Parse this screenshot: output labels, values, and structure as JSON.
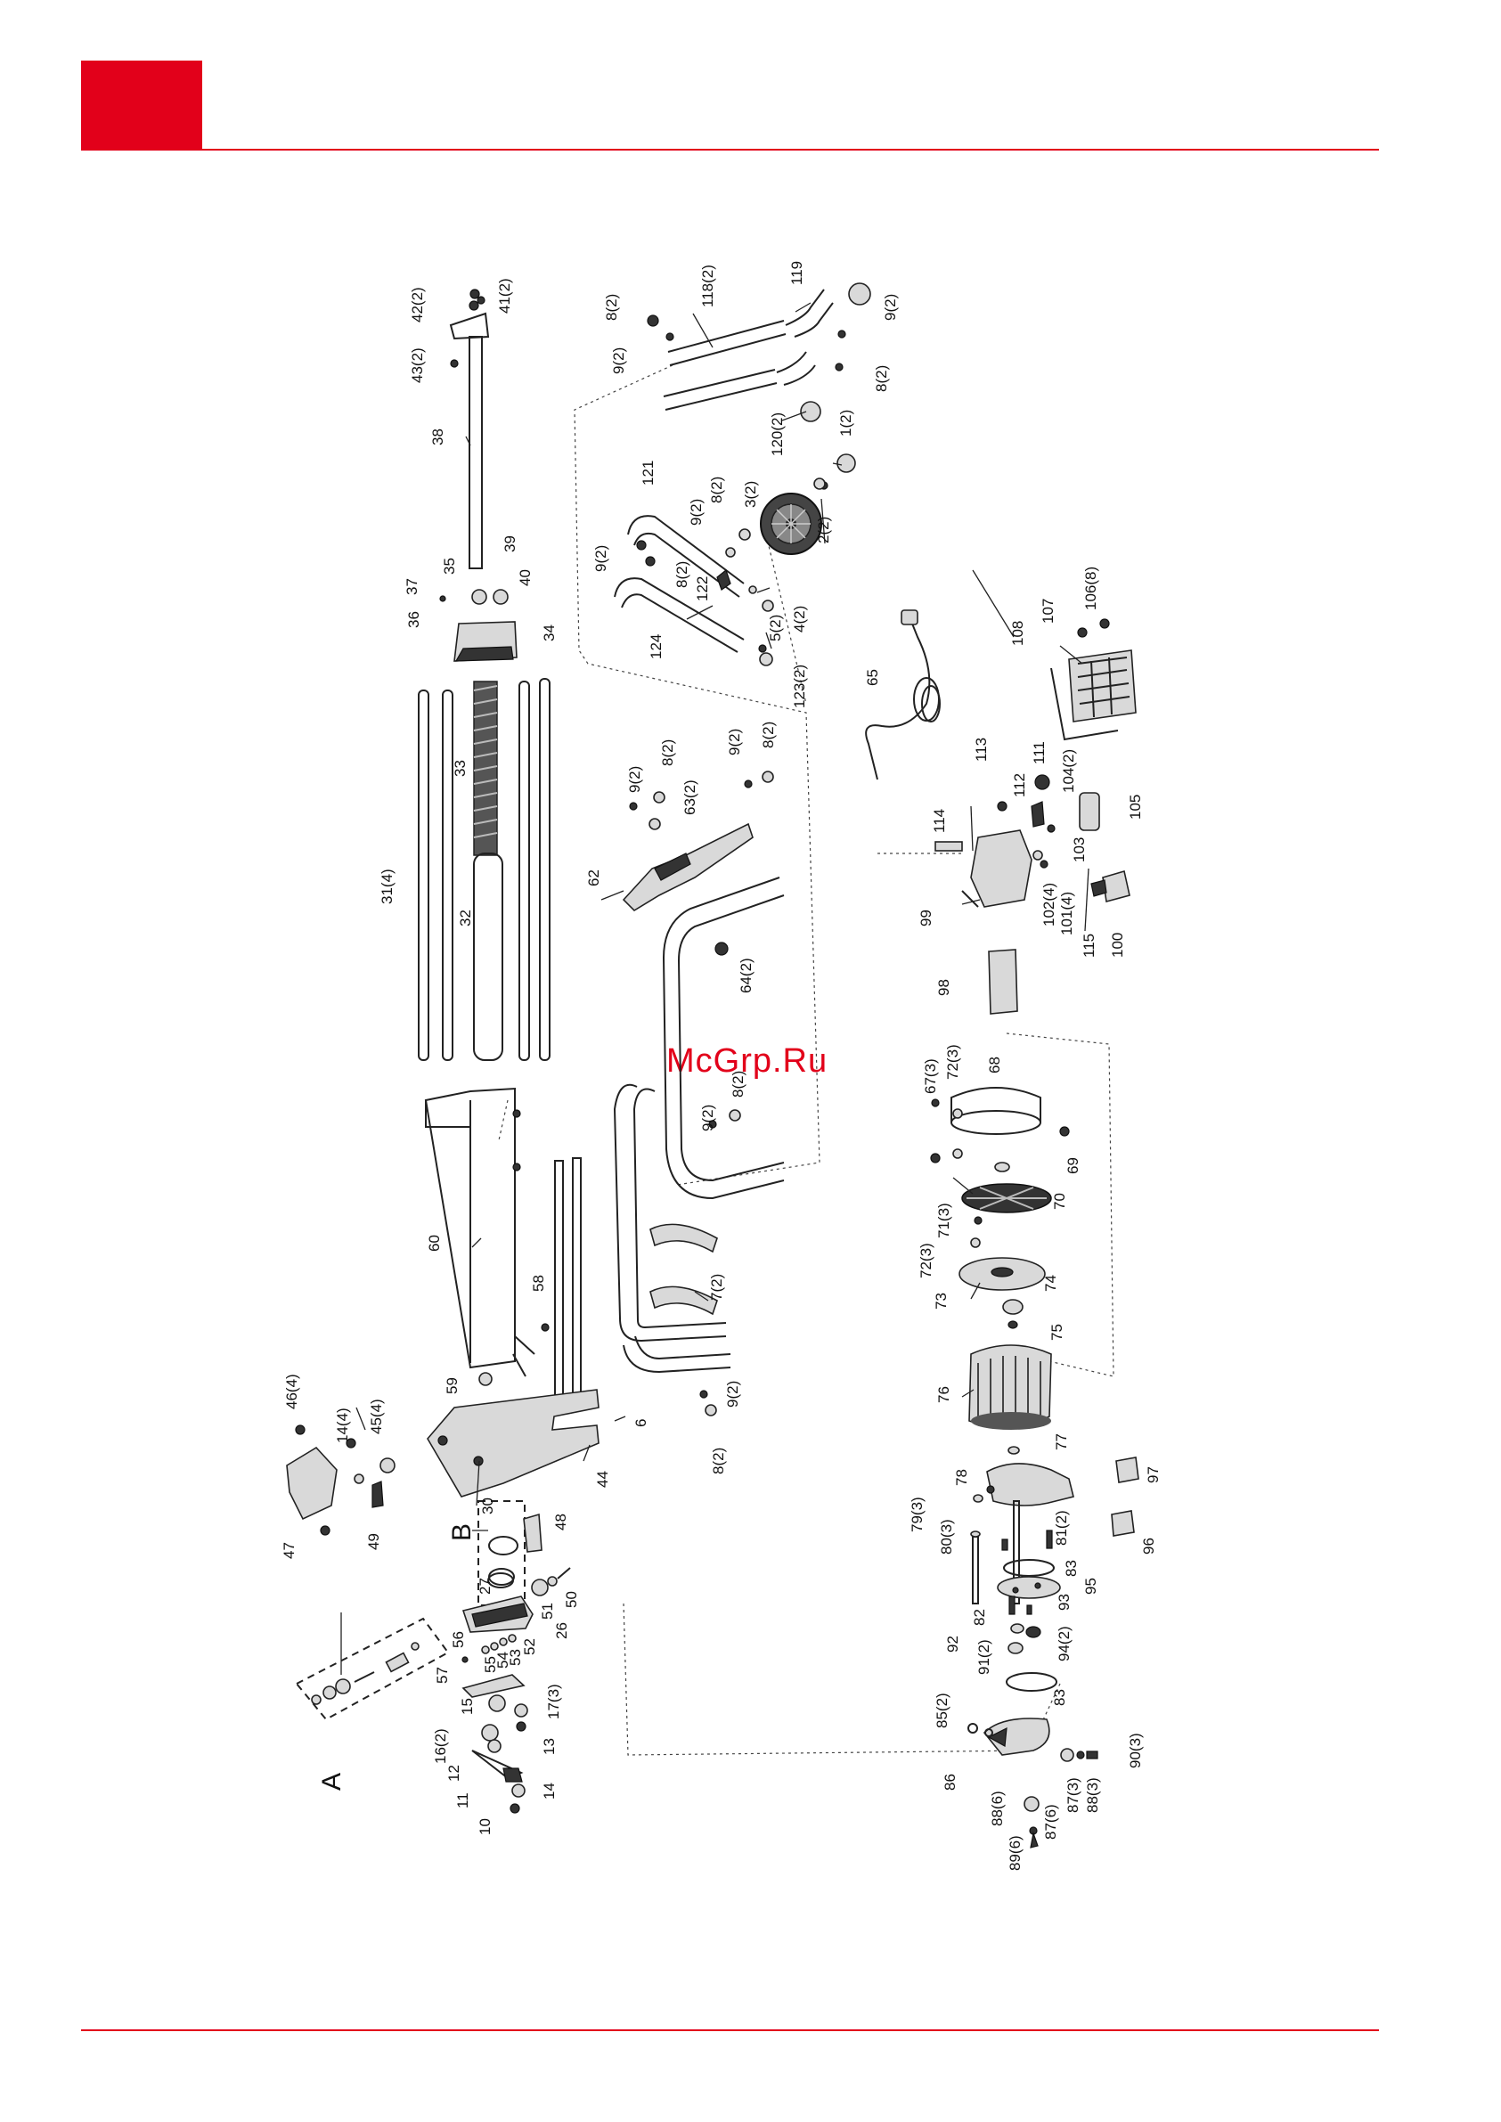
{
  "header": {
    "accent_color": "#e2001a"
  },
  "watermark": {
    "text": "McGrp.Ru",
    "color": "#e2001a"
  },
  "callouts": {
    "A": "A",
    "B": "B",
    "p1": "1(2)",
    "p2": "2(2)",
    "p3": "3(2)",
    "p4": "4(2)",
    "p5": "5(2)",
    "p6": "6",
    "p7": "7(2)",
    "p8a": "8(2)",
    "p8b": "8(2)",
    "p8c": "8(2)",
    "p8d": "8(2)",
    "p8e": "8(2)",
    "p8f": "8(2)",
    "p8g": "8(2)",
    "p9a": "9(2)",
    "p9b": "9(2)",
    "p9c": "9(2)",
    "p9d": "9(2)",
    "p9e": "9(2)",
    "p9f": "9(2)",
    "p9g": "9(2)",
    "p9h": "9(2)",
    "p10": "10",
    "p11": "11",
    "p12": "12",
    "p13": "13",
    "p14": "14",
    "p14b": "14(4)",
    "p15": "15",
    "p16": "16(2)",
    "p17": "17(3)",
    "p26": "26",
    "p27": "27",
    "p30": "30",
    "p31": "31(4)",
    "p32": "32",
    "p33": "33",
    "p34": "34",
    "p35": "35",
    "p36": "36",
    "p37": "37",
    "p38": "38",
    "p39": "39",
    "p40": "40",
    "p41": "41(2)",
    "p42": "42(2)",
    "p43": "43(2)",
    "p44": "44",
    "p45": "45(4)",
    "p46": "46(4)",
    "p47": "47",
    "p48": "48",
    "p49": "49",
    "p50": "50",
    "p51": "51",
    "p52": "52",
    "p53": "53",
    "p54": "54",
    "p55": "55",
    "p56": "56",
    "p57": "57",
    "p58": "58",
    "p59": "59",
    "p60": "60",
    "p62": "62",
    "p63": "63(2)",
    "p64": "64(2)",
    "p65": "65",
    "p67": "67(3)",
    "p68": "68",
    "p69": "69",
    "p70": "70",
    "p71": "71(3)",
    "p72a": "72(3)",
    "p72b": "72(3)",
    "p73": "73",
    "p74": "74",
    "p75": "75",
    "p76": "76",
    "p77": "77",
    "p78": "78",
    "p79": "79(3)",
    "p80": "80(3)",
    "p81": "81(2)",
    "p82": "82",
    "p83a": "83",
    "p83b": "83",
    "p85": "85(2)",
    "p86": "86",
    "p87a": "87(3)",
    "p87b": "87(6)",
    "p88a": "88(3)",
    "p88b": "88(6)",
    "p89": "89(6)",
    "p90": "90(3)",
    "p91": "91(2)",
    "p92": "92",
    "p93": "93",
    "p94": "94(2)",
    "p95": "95",
    "p96": "96",
    "p97": "97",
    "p98": "98",
    "p99": "99",
    "p100": "100",
    "p101": "101(4)",
    "p102": "102(4)",
    "p103": "103",
    "p104": "104(2)",
    "p105": "105",
    "p106": "106(8)",
    "p107": "107",
    "p108": "108",
    "p111": "111",
    "p112": "112",
    "p113": "113",
    "p114": "114",
    "p115": "115",
    "p118": "118(2)",
    "p119": "119",
    "p120": "120(2)",
    "p121": "121",
    "p122": "122",
    "p123": "123(2)",
    "p124": "124"
  }
}
